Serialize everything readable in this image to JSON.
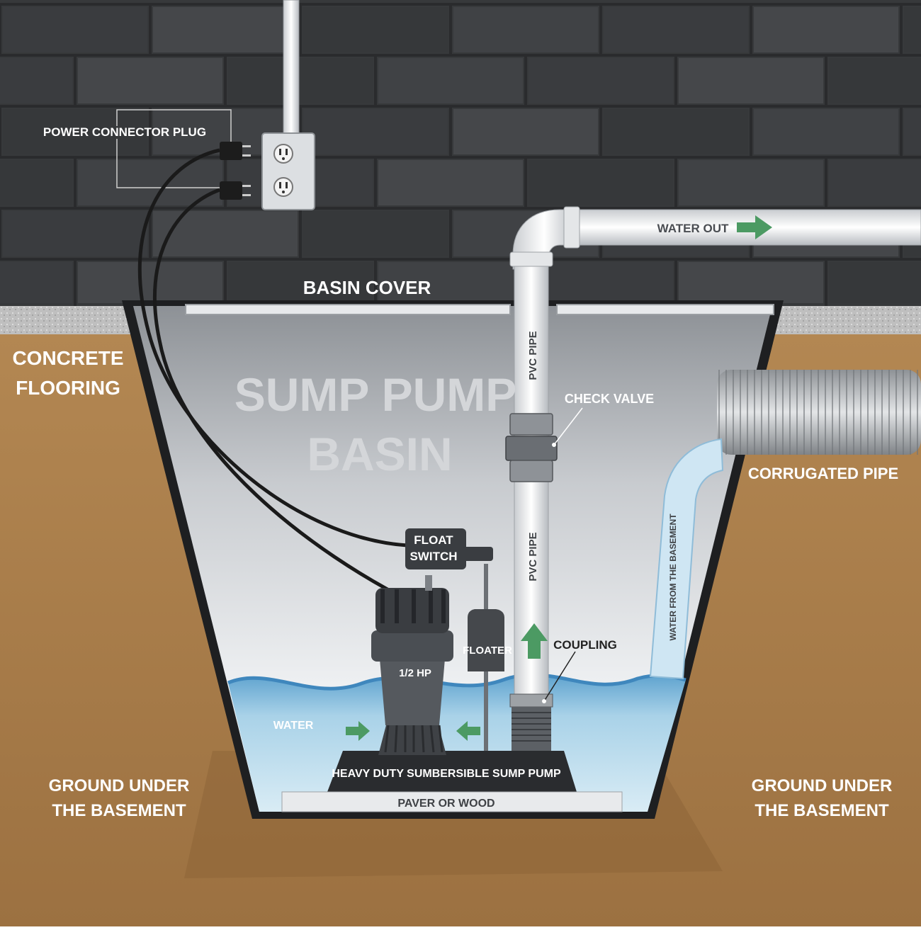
{
  "labels": {
    "power_connector_plug": "POWER CONNECTOR PLUG",
    "basin_cover": "BASIN COVER",
    "water_out": "WATER OUT",
    "concrete_line1": "CONCRETE",
    "concrete_line2": "FLOORING",
    "basin_title_line1": "SUMP PUMP",
    "basin_title_line2": "BASIN",
    "pvc_pipe_upper": "PVC PIPE",
    "pvc_pipe_lower": "PVC PIPE",
    "check_valve": "CHECK VALVE",
    "corrugated_pipe": "CORRUGATED PIPE",
    "float_switch_line1": "FLOAT",
    "float_switch_line2": "SWITCH",
    "floater": "FLOATER",
    "coupling": "COUPLING",
    "water_from_basement": "WATER FROM THE BASEMENT",
    "pump_rating": "1/2 HP",
    "water": "WATER",
    "pump_base": "HEAVY DUTY SUMBERSIBLE SUMP PUMP",
    "paver": "PAVER OR WOOD",
    "ground_left_line1": "GROUND UNDER",
    "ground_left_line2": "THE BASEMENT",
    "ground_right_line1": "GROUND UNDER",
    "ground_right_line2": "THE BASEMENT"
  },
  "colors": {
    "wall": "#3b3d3f",
    "soil": "#a57c4a",
    "concrete": "#bdbdbd",
    "basin_interior": "#a6aab0",
    "water": "#9cc8e0",
    "arrow_green": "#4c9a63",
    "pump": "#4a4d52"
  },
  "icons": {
    "outlet": "duplex-outlet-icon",
    "plug": "power-plug-icon",
    "arrow": "flow-arrow-icon"
  }
}
